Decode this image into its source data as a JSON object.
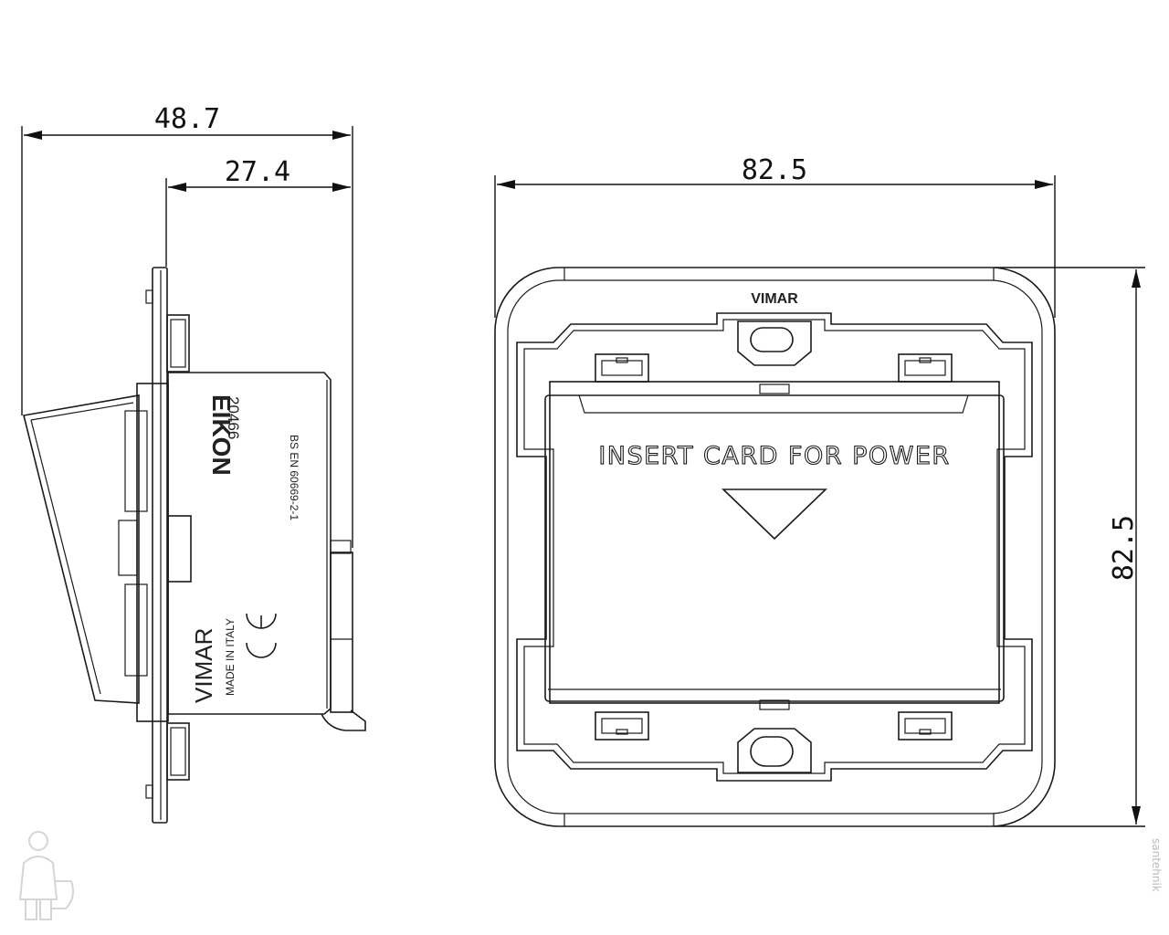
{
  "dimensions": {
    "total_depth": "48.7",
    "body_depth": "27.4",
    "width": "82.5",
    "height": "82.5"
  },
  "side_view": {
    "series": "EIKON",
    "code": "20466",
    "standard": "BS EN 60669-2-1",
    "brand": "VIMAR",
    "origin": "MADE IN ITALY"
  },
  "front_view": {
    "brand": "VIMAR",
    "card_text": "INSERT CARD FOR POWER"
  },
  "watermark": "santehnik"
}
